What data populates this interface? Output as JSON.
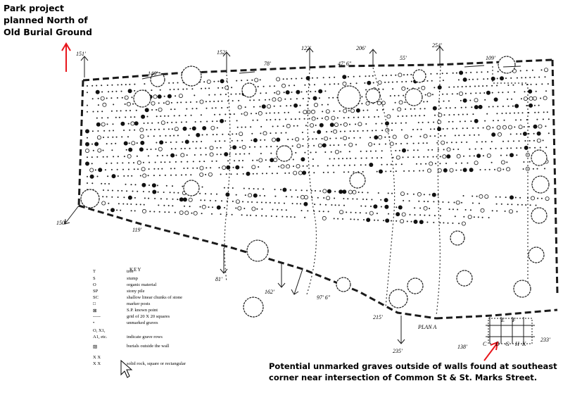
{
  "captions": {
    "north": [
      "Park project",
      "planned North of",
      "Old Burial Ground"
    ],
    "southeast": [
      "Potential unmarked graves outside of walls found at southeast",
      "corner near intersection of Common St & St. Marks Street."
    ]
  },
  "key": {
    "title": "KEY",
    "items": [
      {
        "symbol": "T",
        "desc": "tree"
      },
      {
        "symbol": "S",
        "desc": "stump"
      },
      {
        "symbol": "O",
        "desc": "organic material"
      },
      {
        "symbol": "SP",
        "desc": "stony pile"
      },
      {
        "symbol": "SC",
        "desc": "shallow linear chunks of stone"
      },
      {
        "symbol": "□",
        "desc": "marker posts"
      },
      {
        "symbol": "⊠",
        "desc": "S.P. known point"
      },
      {
        "symbol": "-----",
        "desc": "grid of 20 X 20 squares"
      },
      {
        "symbol": "•",
        "desc": "unmarked graves"
      },
      {
        "symbol": "O, X1,",
        "desc": ""
      },
      {
        "symbol": "A1, etc.",
        "desc": "indicate grave rows"
      },
      {
        "symbol": "▨",
        "desc": "burials outside the wall"
      },
      {
        "symbol": "X   X",
        "desc": ""
      },
      {
        "symbol": "X   X",
        "desc": "solid rock, square or rectangular"
      }
    ]
  },
  "measurements": {
    "top": [
      "151'",
      "152'",
      "122'",
      "206'",
      "254'",
      "47' 6\"",
      "55'",
      "109'",
      "78'",
      "146'"
    ],
    "left": [
      "150'"
    ],
    "bottom": [
      "119'",
      "81'",
      "162'",
      "97' 6\"",
      "215'",
      "235'",
      "233'",
      "138'"
    ],
    "labels": [
      "C",
      "D",
      "E",
      "F",
      "G",
      "H",
      "K",
      "PLAN A"
    ]
  },
  "icons": {
    "north_arrow": "red-up-arrow",
    "se_arrow": "red-diagonal-arrow"
  },
  "colors": {
    "annotation_arrow": "#e8151b",
    "drawing_ink": "#1a1a1a",
    "caption_text": "#000000"
  }
}
